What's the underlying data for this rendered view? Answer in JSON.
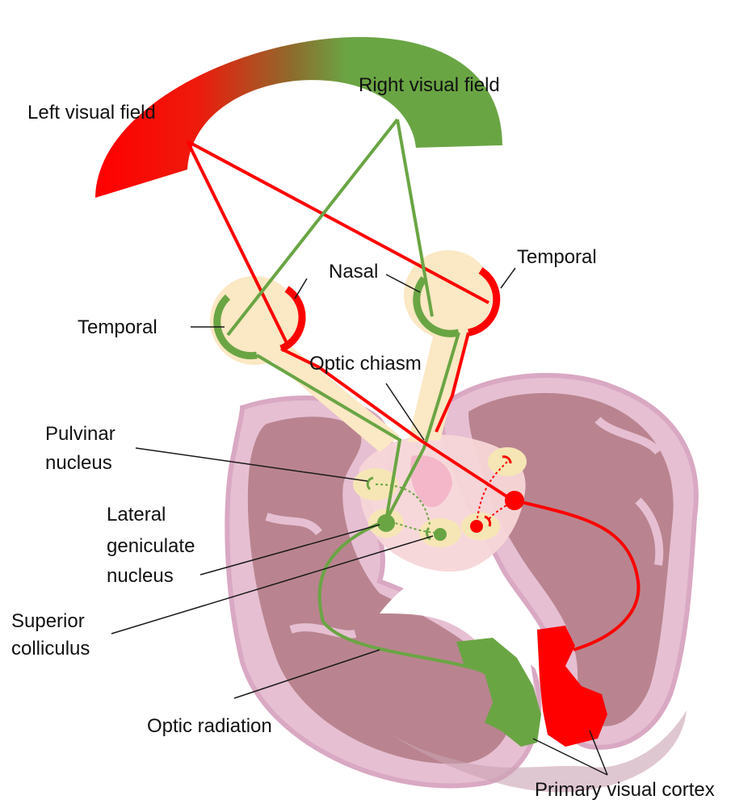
{
  "labels": {
    "left_visual_field": "Left visual field",
    "right_visual_field": "Right visual field",
    "nasal": "Nasal",
    "temporal_left": "Temporal",
    "temporal_right": "Temporal",
    "optic_chiasm": "Optic chiasm",
    "pulvinar_line1": "Pulvinar",
    "pulvinar_line2": "nucleus",
    "lgn_line1": "Lateral",
    "lgn_line2": "geniculate",
    "lgn_line3": "nucleus",
    "sc_line1": "Superior",
    "sc_line2": "colliculus",
    "optic_radiation": "Optic radiation",
    "primary_visual_cortex": "Primary visual cortex"
  },
  "colors": {
    "left_field": "#ff0000",
    "right_field": "#6aa544",
    "eye_fill": "#fbe8c4",
    "brain_outer": "#e5bad0",
    "brain_inner": "#b98490",
    "brain_edge": "#d9a8c2",
    "thalamus": "#f7d9d6"
  }
}
